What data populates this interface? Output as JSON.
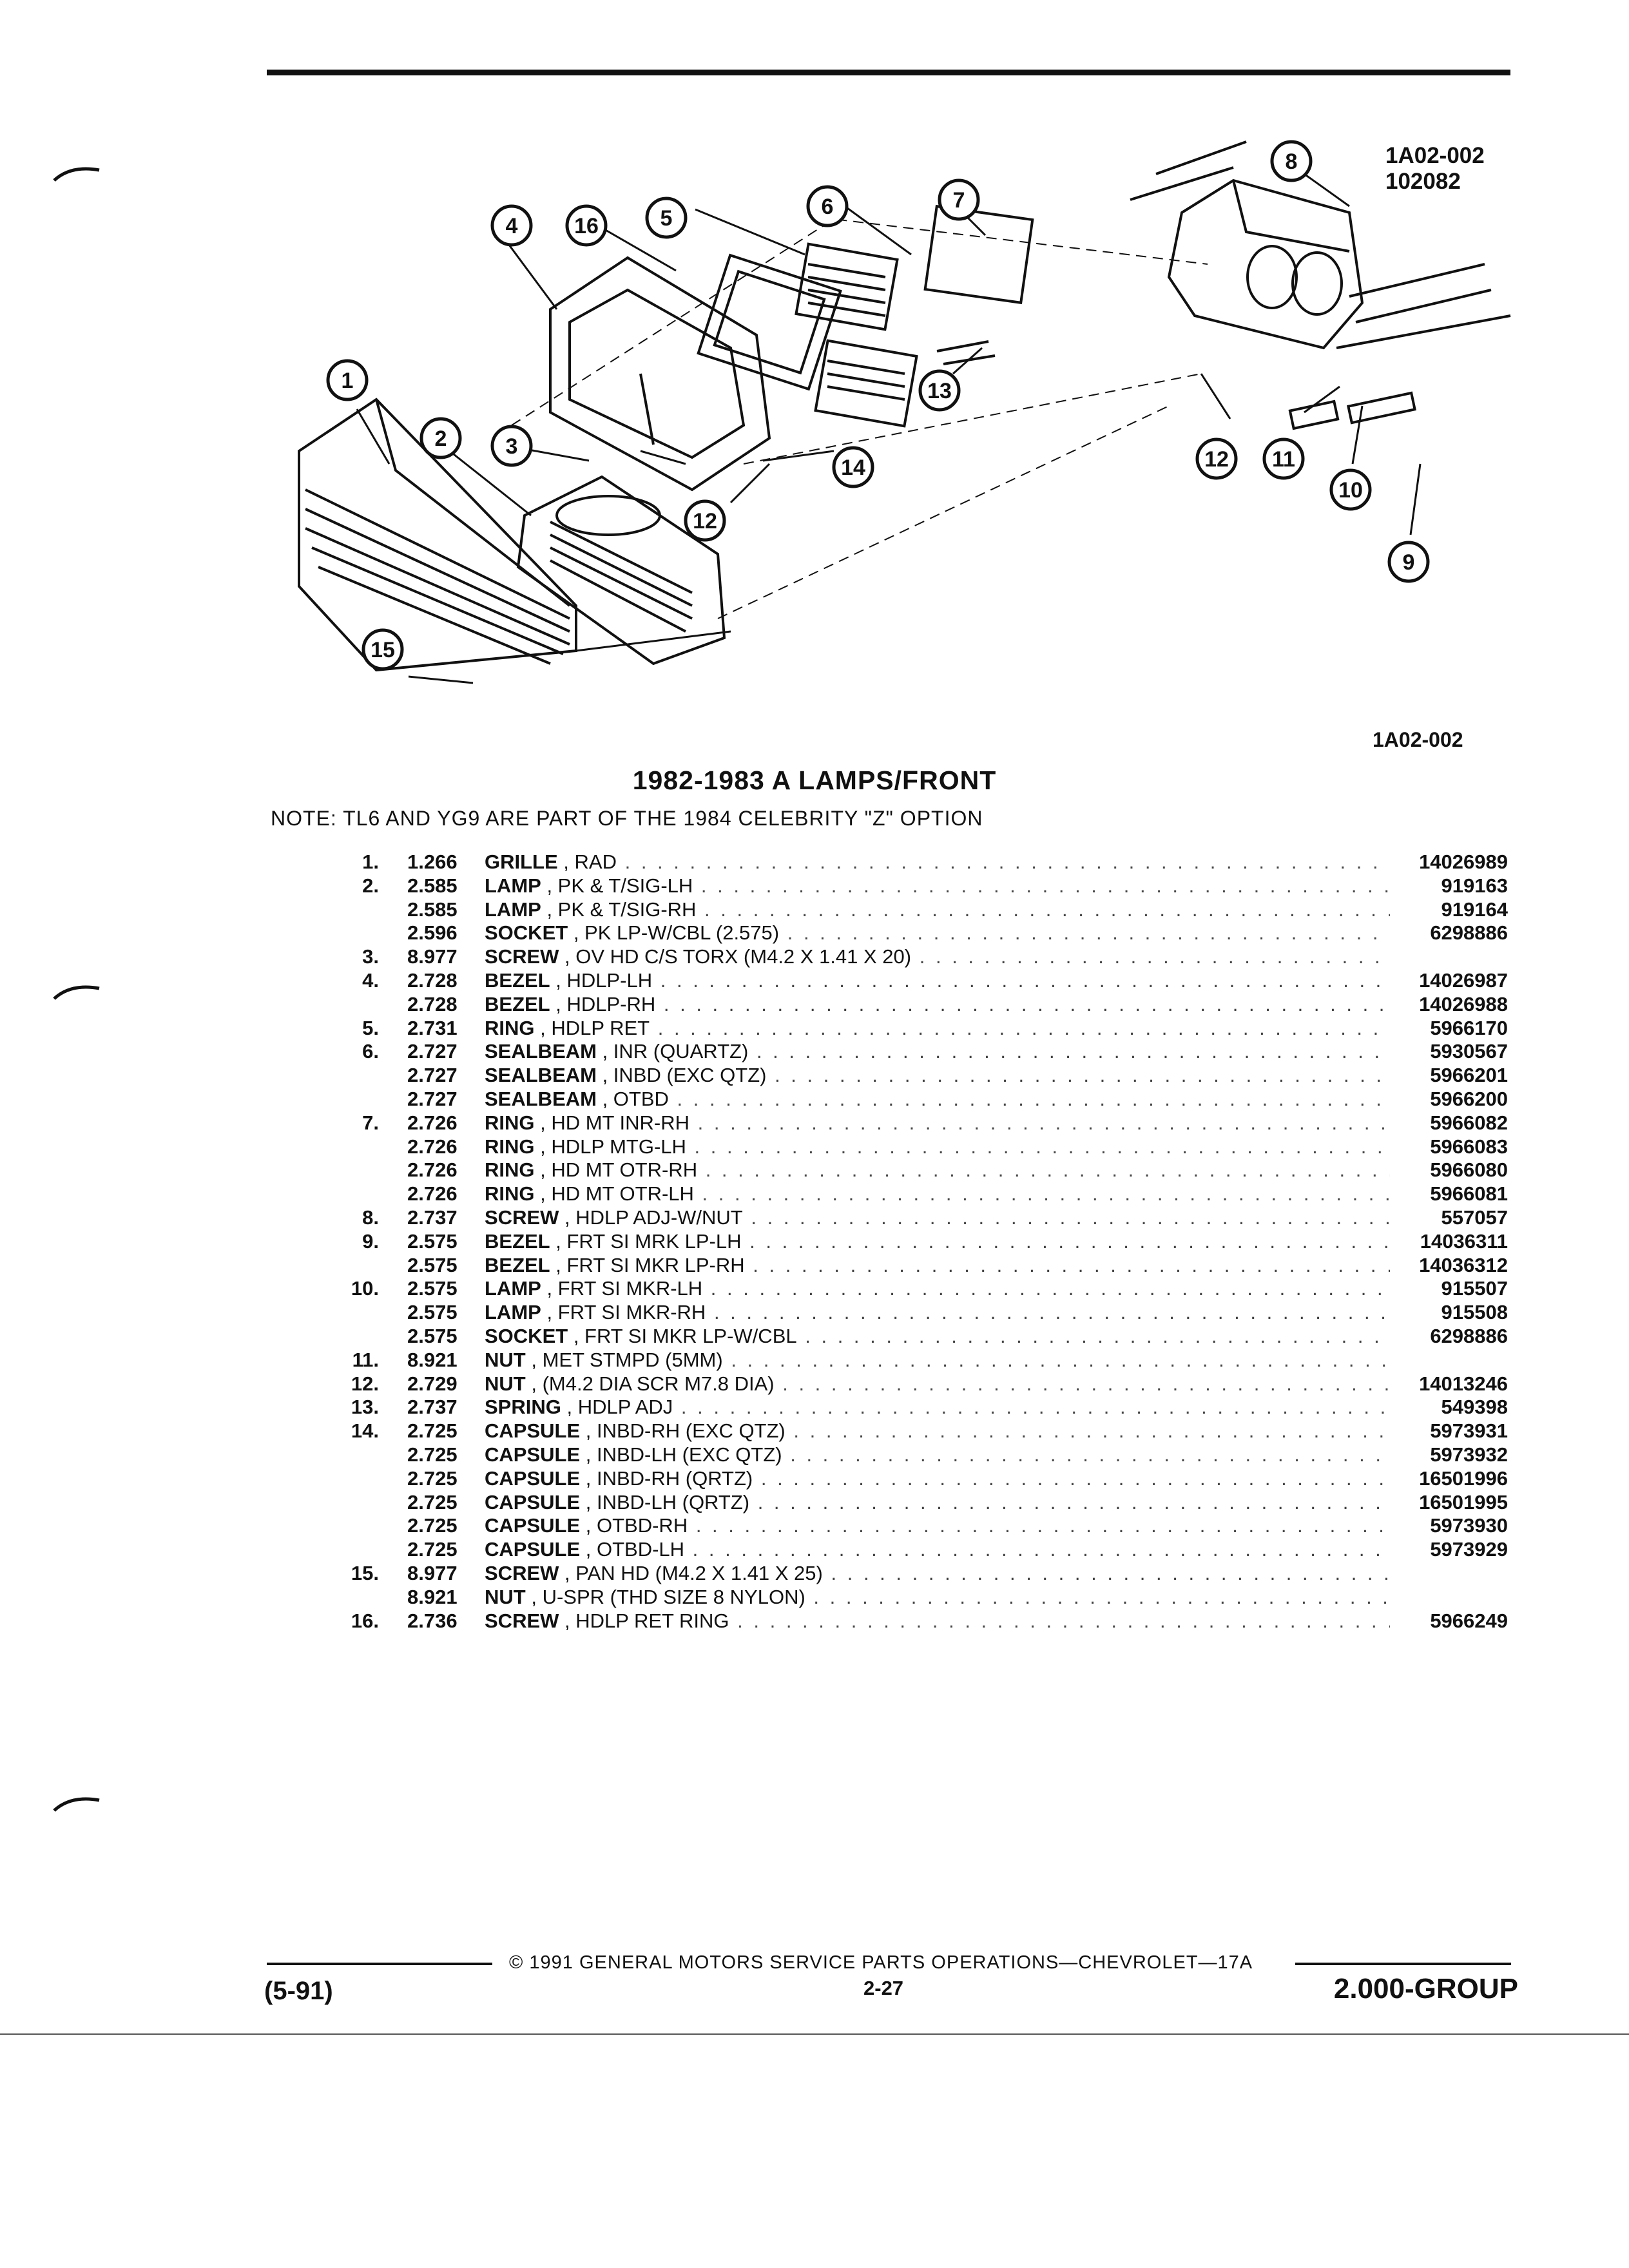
{
  "figure": {
    "code_top": "1A02-002",
    "code_number": "102082",
    "code_bottom": "1A02-002",
    "callouts": [
      "1",
      "2",
      "3",
      "4",
      "5",
      "6",
      "7",
      "8",
      "9",
      "10",
      "11",
      "12",
      "12",
      "13",
      "14",
      "15",
      "16"
    ]
  },
  "title": "1982-1983 A LAMPS/FRONT",
  "note": "NOTE:  TL6 AND YG9 ARE PART OF THE 1984 CELEBRITY \"Z\" OPTION",
  "parts": [
    {
      "num": "1.",
      "group": "1.266",
      "name": "GRILLE",
      "desc": ", RAD",
      "part": "14026989"
    },
    {
      "num": "2.",
      "group": "2.585",
      "name": "LAMP",
      "desc": ", PK & T/SIG-LH",
      "part": "919163"
    },
    {
      "num": "",
      "group": "2.585",
      "name": "LAMP",
      "desc": ", PK & T/SIG-RH",
      "part": "919164"
    },
    {
      "num": "",
      "group": "2.596",
      "name": "SOCKET",
      "desc": ", PK LP-W/CBL (2.575)",
      "part": "6298886"
    },
    {
      "num": "3.",
      "group": "8.977",
      "name": "SCREW",
      "desc": ", OV HD C/S TORX (M4.2 X 1.41 X 20)",
      "part": ""
    },
    {
      "num": "4.",
      "group": "2.728",
      "name": "BEZEL",
      "desc": ", HDLP-LH",
      "part": "14026987"
    },
    {
      "num": "",
      "group": "2.728",
      "name": "BEZEL",
      "desc": ", HDLP-RH",
      "part": "14026988"
    },
    {
      "num": "5.",
      "group": "2.731",
      "name": "RING",
      "desc": ", HDLP RET",
      "part": "5966170"
    },
    {
      "num": "6.",
      "group": "2.727",
      "name": "SEALBEAM",
      "desc": ", INR (QUARTZ)",
      "part": "5930567"
    },
    {
      "num": "",
      "group": "2.727",
      "name": "SEALBEAM",
      "desc": ", INBD (EXC QTZ)",
      "part": "5966201"
    },
    {
      "num": "",
      "group": "2.727",
      "name": "SEALBEAM",
      "desc": ", OTBD",
      "part": "5966200"
    },
    {
      "num": "7.",
      "group": "2.726",
      "name": "RING",
      "desc": ", HD MT INR-RH",
      "part": "5966082"
    },
    {
      "num": "",
      "group": "2.726",
      "name": "RING",
      "desc": ", HDLP MTG-LH",
      "part": "5966083"
    },
    {
      "num": "",
      "group": "2.726",
      "name": "RING",
      "desc": ", HD MT OTR-RH",
      "part": "5966080"
    },
    {
      "num": "",
      "group": "2.726",
      "name": "RING",
      "desc": ", HD MT OTR-LH",
      "part": "5966081"
    },
    {
      "num": "8.",
      "group": "2.737",
      "name": "SCREW",
      "desc": ", HDLP ADJ-W/NUT",
      "part": "557057"
    },
    {
      "num": "9.",
      "group": "2.575",
      "name": "BEZEL",
      "desc": ", FRT SI MRK LP-LH",
      "part": "14036311"
    },
    {
      "num": "",
      "group": "2.575",
      "name": "BEZEL",
      "desc": ", FRT SI MKR LP-RH",
      "part": "14036312"
    },
    {
      "num": "10.",
      "group": "2.575",
      "name": "LAMP",
      "desc": ", FRT SI MKR-LH",
      "part": "915507"
    },
    {
      "num": "",
      "group": "2.575",
      "name": "LAMP",
      "desc": ", FRT SI MKR-RH",
      "part": "915508"
    },
    {
      "num": "",
      "group": "2.575",
      "name": "SOCKET",
      "desc": ", FRT SI MKR LP-W/CBL",
      "part": "6298886"
    },
    {
      "num": "11.",
      "group": "8.921",
      "name": "NUT",
      "desc": ", MET STMPD (5MM)",
      "part": ""
    },
    {
      "num": "12.",
      "group": "2.729",
      "name": "NUT",
      "desc": ", (M4.2 DIA SCR M7.8 DIA)",
      "part": "14013246"
    },
    {
      "num": "13.",
      "group": "2.737",
      "name": "SPRING",
      "desc": ", HDLP ADJ",
      "part": "549398"
    },
    {
      "num": "14.",
      "group": "2.725",
      "name": "CAPSULE",
      "desc": ", INBD-RH (EXC QTZ)",
      "part": "5973931"
    },
    {
      "num": "",
      "group": "2.725",
      "name": "CAPSULE",
      "desc": ", INBD-LH (EXC QTZ)",
      "part": "5973932"
    },
    {
      "num": "",
      "group": "2.725",
      "name": "CAPSULE",
      "desc": ", INBD-RH (QRTZ)",
      "part": "16501996"
    },
    {
      "num": "",
      "group": "2.725",
      "name": "CAPSULE",
      "desc": ", INBD-LH (QRTZ)",
      "part": "16501995"
    },
    {
      "num": "",
      "group": "2.725",
      "name": "CAPSULE",
      "desc": ", OTBD-RH",
      "part": "5973930"
    },
    {
      "num": "",
      "group": "2.725",
      "name": "CAPSULE",
      "desc": ", OTBD-LH",
      "part": "5973929"
    },
    {
      "num": "15.",
      "group": "8.977",
      "name": "SCREW",
      "desc": ", PAN HD (M4.2 X 1.41 X 25)",
      "part": ""
    },
    {
      "num": "",
      "group": "8.921",
      "name": "NUT",
      "desc": ", U-SPR (THD SIZE 8 NYLON)",
      "part": ""
    },
    {
      "num": "16.",
      "group": "2.736",
      "name": "SCREW",
      "desc": ", HDLP RET RING",
      "part": "5966249"
    }
  ],
  "footer": {
    "copyright": "©  1991  GENERAL MOTORS SERVICE PARTS OPERATIONS—CHEVROLET—17A",
    "date_code": "(5-91)",
    "page": "2-27",
    "group": "2.000-GROUP"
  }
}
